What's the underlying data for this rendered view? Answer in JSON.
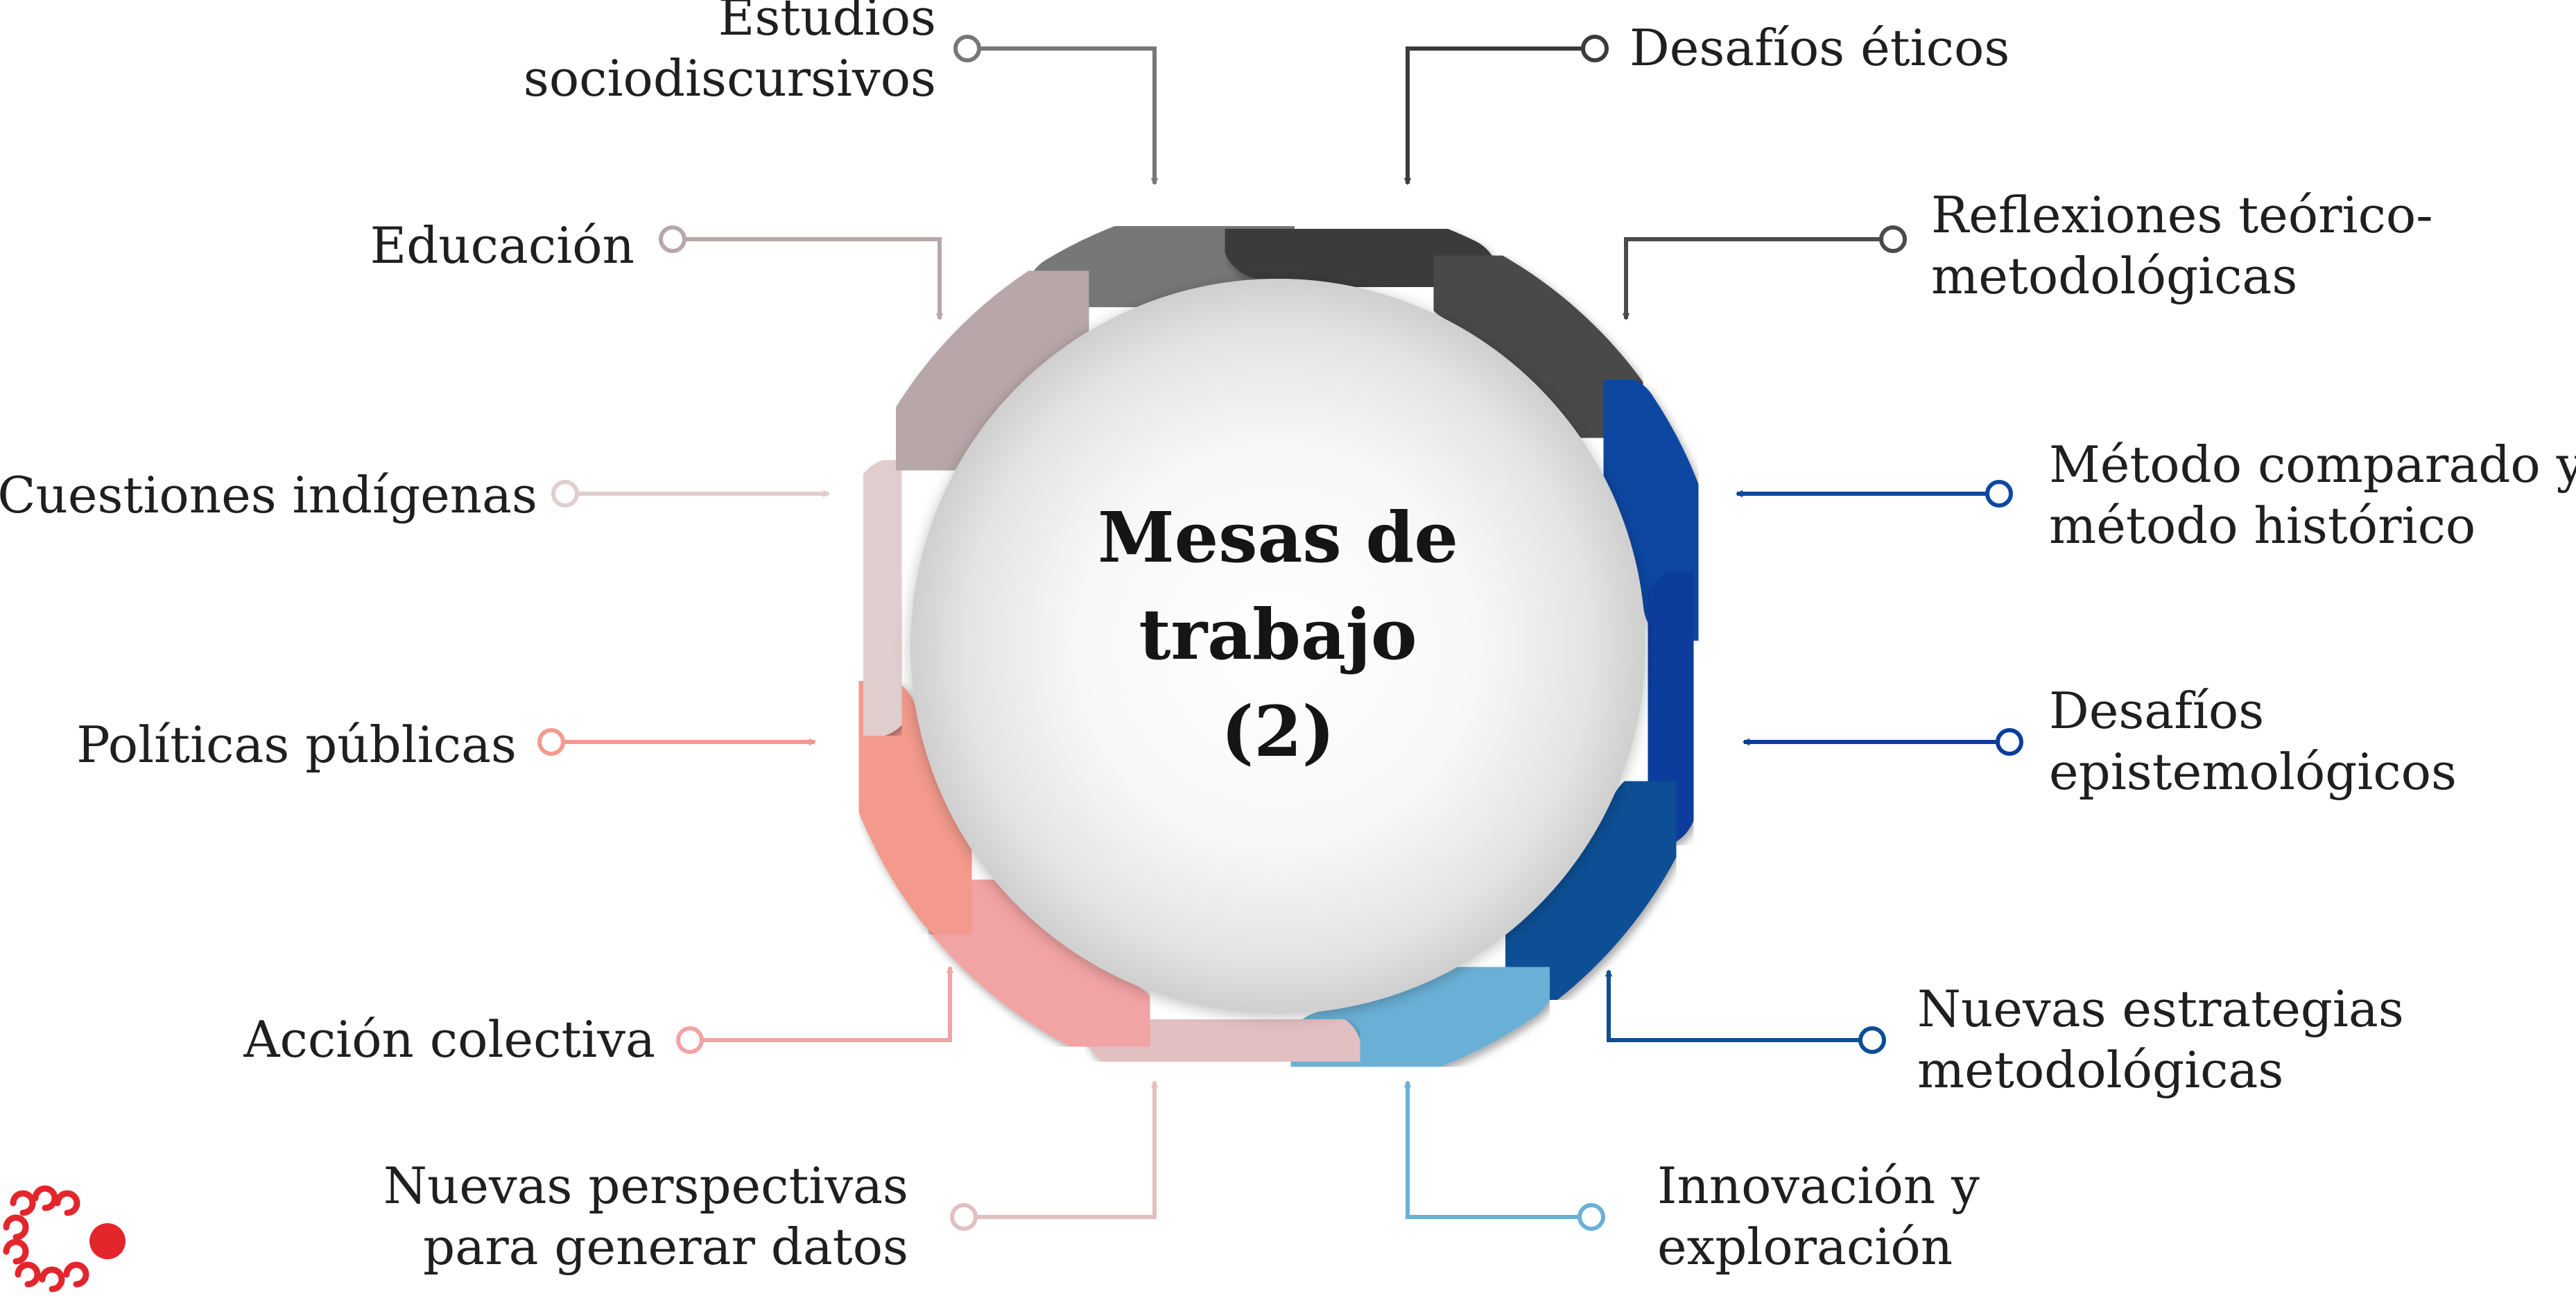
{
  "diagram": {
    "title_lines": [
      "Mesas de",
      "trabajo",
      "(2)"
    ],
    "topics": [
      {
        "id": "estudios",
        "lines": [
          "Estudios",
          "sociodiscursivos"
        ],
        "color": "#777777"
      },
      {
        "id": "desafios-eticos",
        "lines": [
          "Desafíos éticos"
        ],
        "color": "#3b3b3b"
      },
      {
        "id": "reflexiones",
        "lines": [
          "Reflexiones teórico-",
          "metodológicas"
        ],
        "color": "#4a4a4a"
      },
      {
        "id": "metodo-comparado",
        "lines": [
          "Método comparado y",
          "método histórico"
        ],
        "color": "#0d47a1"
      },
      {
        "id": "desafios-epistemologicos",
        "lines": [
          "Desafíos",
          "epistemológicos"
        ],
        "color": "#0a3d9c"
      },
      {
        "id": "nuevas-estrategias",
        "lines": [
          "Nuevas estrategias",
          "metodológicas"
        ],
        "color": "#0b4f94"
      },
      {
        "id": "innovacion",
        "lines": [
          "Innovación y",
          "exploración"
        ],
        "color": "#6bb0d6"
      },
      {
        "id": "nuevas-perspectivas",
        "lines": [
          "Nuevas perspectivas",
          "para generar datos"
        ],
        "color": "#e2bfc0"
      },
      {
        "id": "accion-colectiva",
        "lines": [
          "Acción colectiva"
        ],
        "color": "#f2a3a3"
      },
      {
        "id": "politicas-publicas",
        "lines": [
          "Políticas públicas"
        ],
        "color": "#f39a8c"
      },
      {
        "id": "cuestiones-indigenas",
        "lines": [
          "Cuestiones indígenas"
        ],
        "color": "#e0cdcd"
      },
      {
        "id": "educacion",
        "lines": [
          "Educación"
        ],
        "color": "#b8a7a8"
      }
    ],
    "logo": {
      "name": "institution-logo",
      "color": "#e3262c"
    }
  }
}
